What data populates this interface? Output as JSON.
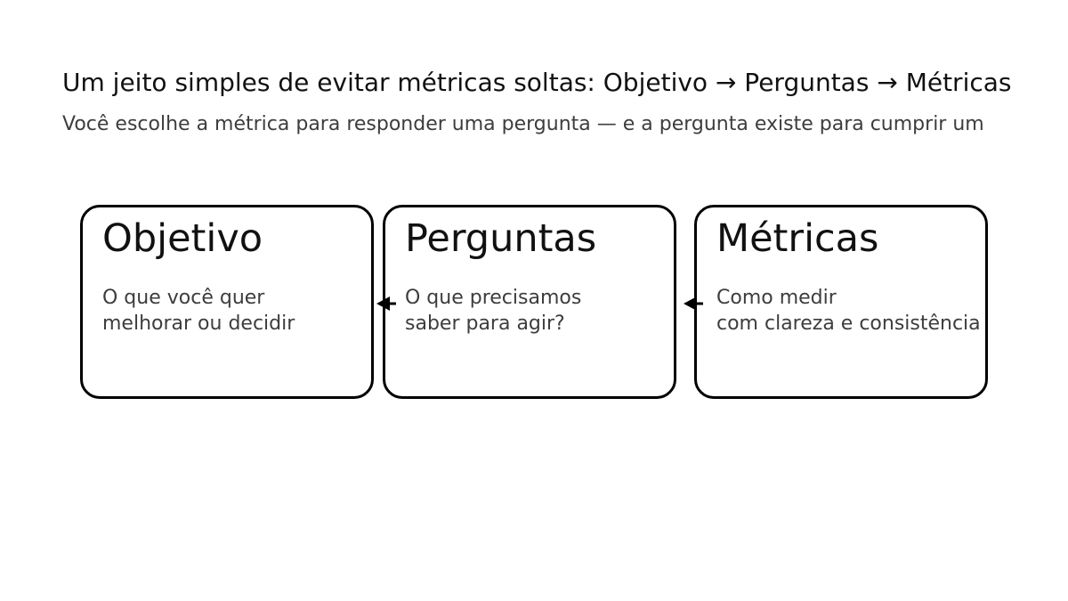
{
  "page": {
    "title": "Um jeito simples de evitar métricas soltas: Objetivo → Perguntas → Métricas",
    "subtitle": "Você escolhe a métrica para responder uma pergunta — e a pergunta existe para cumprir um"
  },
  "colors": {
    "background": "#ffffff",
    "title_text": "#111111",
    "muted_text": "#3d3d3d",
    "card_border": "#000000",
    "arrow": "#000000"
  },
  "cards": [
    {
      "title": "Objetivo",
      "description": "O que você quer\nmelhorar ou decidir"
    },
    {
      "title": "Perguntas",
      "description": "O que precisamos\nsaber para agir?"
    },
    {
      "title": "Métricas",
      "description": "Como medir\ncom clareza e consistência"
    }
  ],
  "connectors": [
    {
      "from": "Perguntas",
      "to": "Objetivo",
      "direction": "left"
    },
    {
      "from": "Métricas",
      "to": "Perguntas",
      "direction": "left"
    }
  ]
}
